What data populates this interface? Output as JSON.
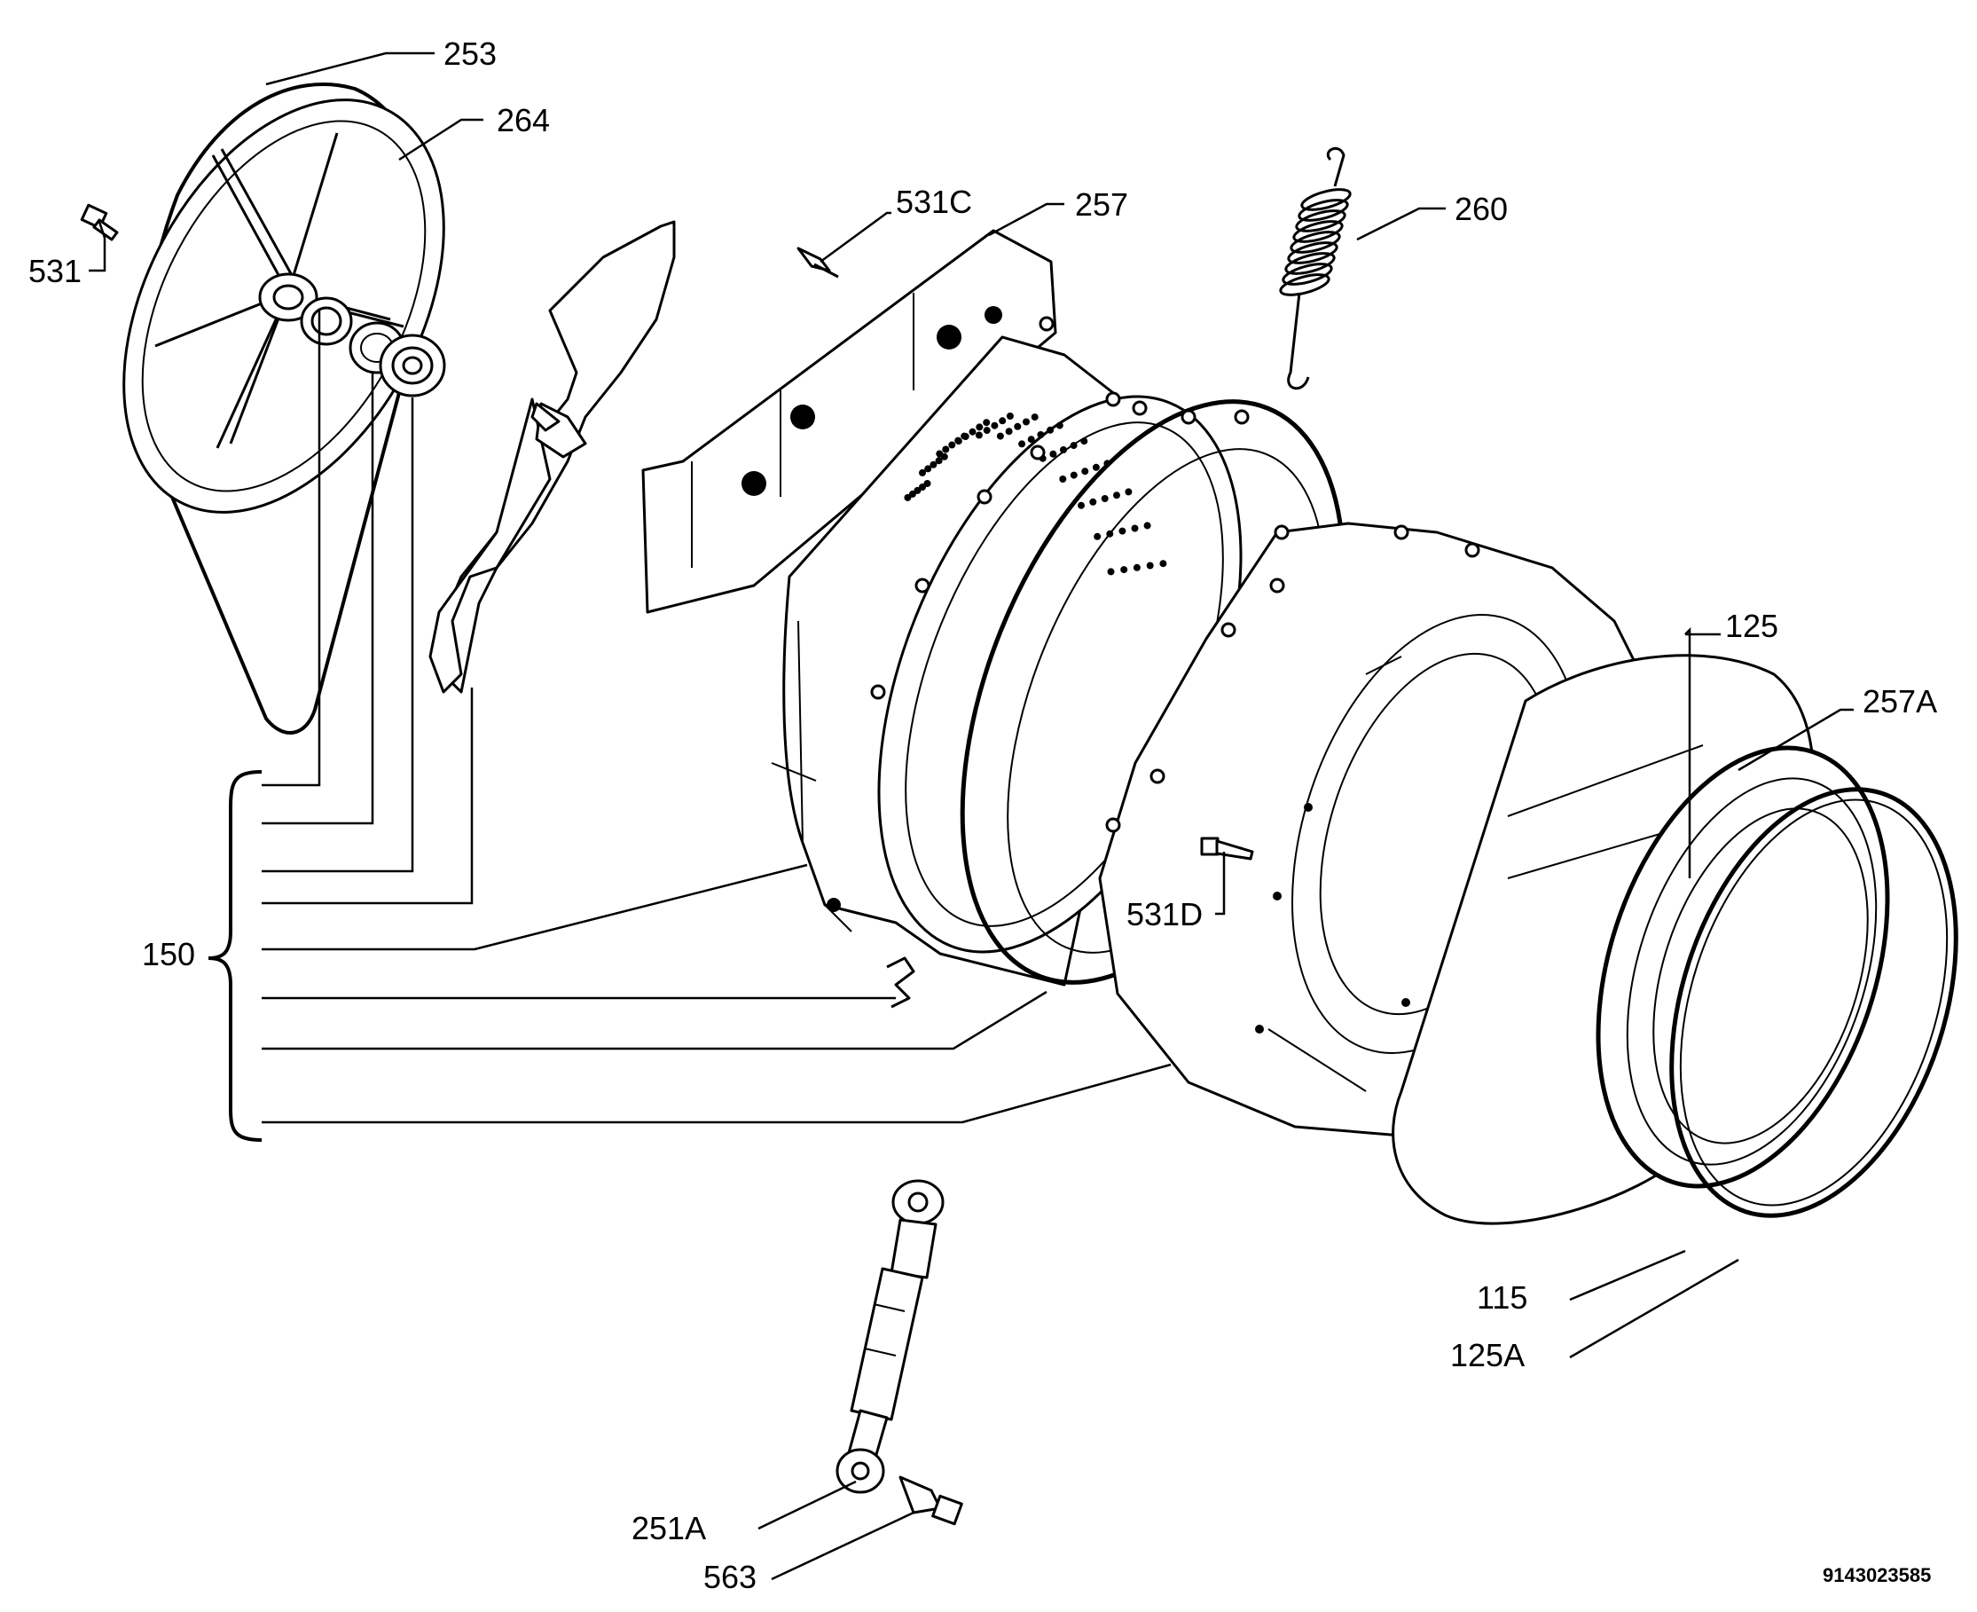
{
  "diagram": {
    "document_code": "9143023585",
    "labels": {
      "l253": "253",
      "l264": "264",
      "l531": "531",
      "l531C": "531C",
      "l257": "257",
      "l260": "260",
      "l125": "125",
      "l257A": "257A",
      "l150": "150",
      "l531D": "531D",
      "l115": "115",
      "l125A": "125A",
      "l251A": "251A",
      "l563": "563"
    }
  }
}
